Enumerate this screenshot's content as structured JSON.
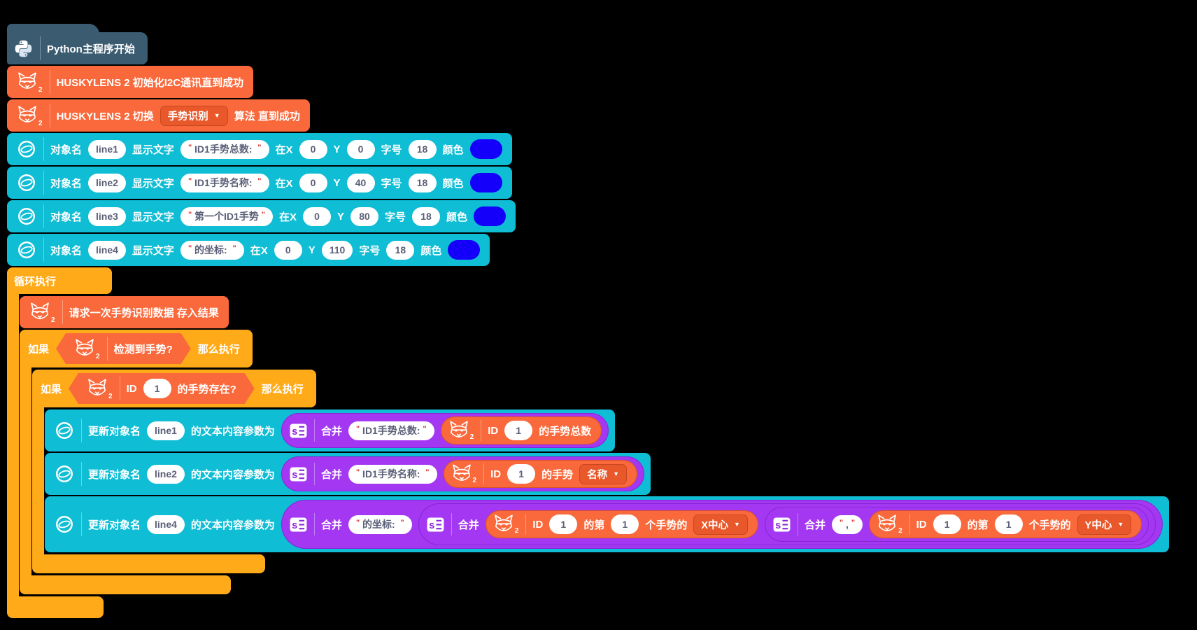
{
  "quote_mark": "\"",
  "icons": {
    "dropdown_arrow": "▼",
    "husky_badge": "2"
  },
  "colors": {
    "husky_orange": "#F9693B",
    "control_yellow": "#FFAB19",
    "display_cyan": "#0FBDD5",
    "join_purple": "#A438F2",
    "hat_blue": "#3A5B70",
    "text_color_swatch": "#1400FA"
  },
  "hat": {
    "label": "Python主程序开始"
  },
  "husky": {
    "init_label": "HUSKYLENS 2 初始化I2C通讯直到成功",
    "switch_prefix": "HUSKYLENS 2 切换",
    "switch_algorithm": "手势识别",
    "switch_suffix": "算法 直到成功",
    "request_label": "请求一次手势识别数据 存入结果"
  },
  "display_rows": [
    {
      "obj_label": "对象名",
      "obj": "line1",
      "text_label": "显示文字",
      "text": " ID1手势总数:  ",
      "x_label": "在X",
      "x": "0",
      "y_label": "Y",
      "y": "0",
      "size_label": "字号",
      "size": "18",
      "color_label": "颜色",
      "color": "#1400FA"
    },
    {
      "obj_label": "对象名",
      "obj": "line2",
      "text_label": "显示文字",
      "text": " ID1手势名称:  ",
      "x_label": "在X",
      "x": "0",
      "y_label": "Y",
      "y": "40",
      "size_label": "字号",
      "size": "18",
      "color_label": "颜色",
      "color": "#1400FA"
    },
    {
      "obj_label": "对象名",
      "obj": "line3",
      "text_label": "显示文字",
      "text": " 第一个ID1手势 ",
      "x_label": "在X",
      "x": "0",
      "y_label": "Y",
      "y": "80",
      "size_label": "字号",
      "size": "18",
      "color_label": "颜色",
      "color": "#1400FA"
    },
    {
      "obj_label": "对象名",
      "obj": "line4",
      "text_label": "显示文字",
      "text": " 的坐标:  ",
      "x_label": "在X",
      "x": "0",
      "y_label": "Y",
      "y": "110",
      "size_label": "字号",
      "size": "18",
      "color_label": "颜色",
      "color": "#1400FA"
    }
  ],
  "loop": {
    "label": "循环执行"
  },
  "if_outer": {
    "if_label": "如果",
    "condition": "检测到手势?",
    "then_label": "那么执行"
  },
  "if_inner": {
    "if_label": "如果",
    "id_label": "ID",
    "id": "1",
    "condition_suffix": "的手势存在?",
    "then_label": "那么执行"
  },
  "updates": {
    "row1": {
      "prefix": "更新对象名",
      "obj": "line1",
      "suffix": "的文本内容参数为",
      "join_label": "合并",
      "text": " ID1手势总数: ",
      "rep": {
        "id_label": "ID",
        "id": "1",
        "suffix": "的手势总数"
      }
    },
    "row2": {
      "prefix": "更新对象名",
      "obj": "line2",
      "suffix": "的文本内容参数为",
      "join_label": "合并",
      "text": " ID1手势名称:  ",
      "rep": {
        "id_label": "ID",
        "id": "1",
        "mid": "的手势",
        "dropdown": "名称"
      }
    },
    "row3": {
      "prefix": "更新对象名",
      "obj": "line4",
      "suffix": "的文本内容参数为",
      "join_label": "合并",
      "text": " 的坐标:  ",
      "join2": {
        "label": "合并",
        "rep": {
          "id_label": "ID",
          "id": "1",
          "mid": "的第",
          "n": "1",
          "suffix": "个手势的",
          "dropdown": "X中心"
        }
      },
      "join3": {
        "label": "合并",
        "comma": " , ",
        "rep": {
          "id_label": "ID",
          "id": "1",
          "mid": "的第",
          "n": "1",
          "suffix": "个手势的",
          "dropdown": "Y中心"
        }
      }
    }
  }
}
